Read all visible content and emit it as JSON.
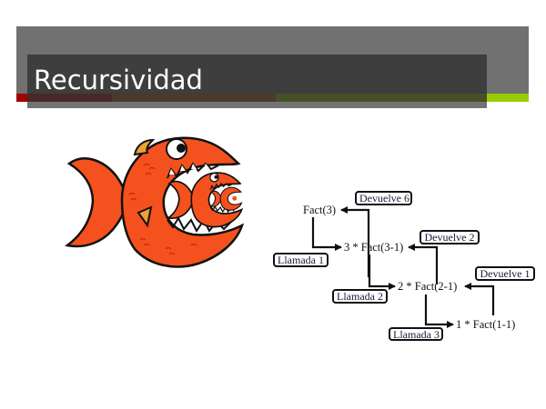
{
  "slide": {
    "title": "Recursividad",
    "colors": {
      "header_outer": "#717171",
      "header_inner": "#454545",
      "stripe_red": "#a30000",
      "stripe_brown": "#a55a1e",
      "stripe_green": "#99cc00",
      "fish_orange": "#f4511e"
    }
  },
  "illustration": {
    "name": "recursive-fish-eating-fish",
    "description": "Orange fish swallowing a smaller copy of itself, which swallows a smaller copy"
  },
  "diagram": {
    "expressions": [
      {
        "id": "fact3",
        "text": "Fact(3)"
      },
      {
        "id": "step1",
        "text": "3 * Fact(3-1)"
      },
      {
        "id": "step2",
        "text": "2 * Fact(2-1)"
      },
      {
        "id": "step3",
        "text": "1 * Fact(1-1)"
      }
    ],
    "calls": [
      {
        "label": "Llamada 1"
      },
      {
        "label": "Llamada 2"
      },
      {
        "label": "Llamada 3"
      }
    ],
    "returns": [
      {
        "label": "Devuelve 6"
      },
      {
        "label": "Devuelve 2"
      },
      {
        "label": "Devuelve 1"
      }
    ]
  }
}
